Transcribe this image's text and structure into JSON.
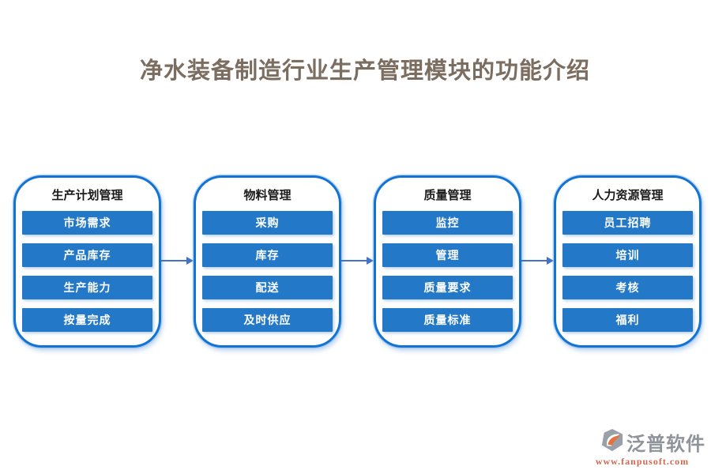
{
  "page": {
    "title": "净水装备制造行业生产管理模块的功能介绍"
  },
  "colors": {
    "title_text": "#7B6D60",
    "container_border": "#1373D2",
    "button_bg": "#2478C8",
    "button_text": "#FFFFFF",
    "header_text": "#1A1A1A",
    "arrow": "#4472C4",
    "logo_gray": "#8F949B",
    "logo_swoosh_orange": "#E8703A",
    "logo_url_color": "#CC6A50"
  },
  "columns": [
    {
      "header": "生产计划管理",
      "items": [
        "市场需求",
        "产品库存",
        "生产能力",
        "按量完成"
      ]
    },
    {
      "header": "物料管理",
      "items": [
        "采购",
        "库存",
        "配送",
        "及时供应"
      ]
    },
    {
      "header": "质量管理",
      "items": [
        "监控",
        "管理",
        "质量要求",
        "质量标准"
      ]
    },
    {
      "header": "人力资源管理",
      "items": [
        "员工招聘",
        "培训",
        "考核",
        "福利"
      ]
    }
  ],
  "watermark": {
    "brand": "泛普软件",
    "url": "www.fanpusoft.com"
  }
}
